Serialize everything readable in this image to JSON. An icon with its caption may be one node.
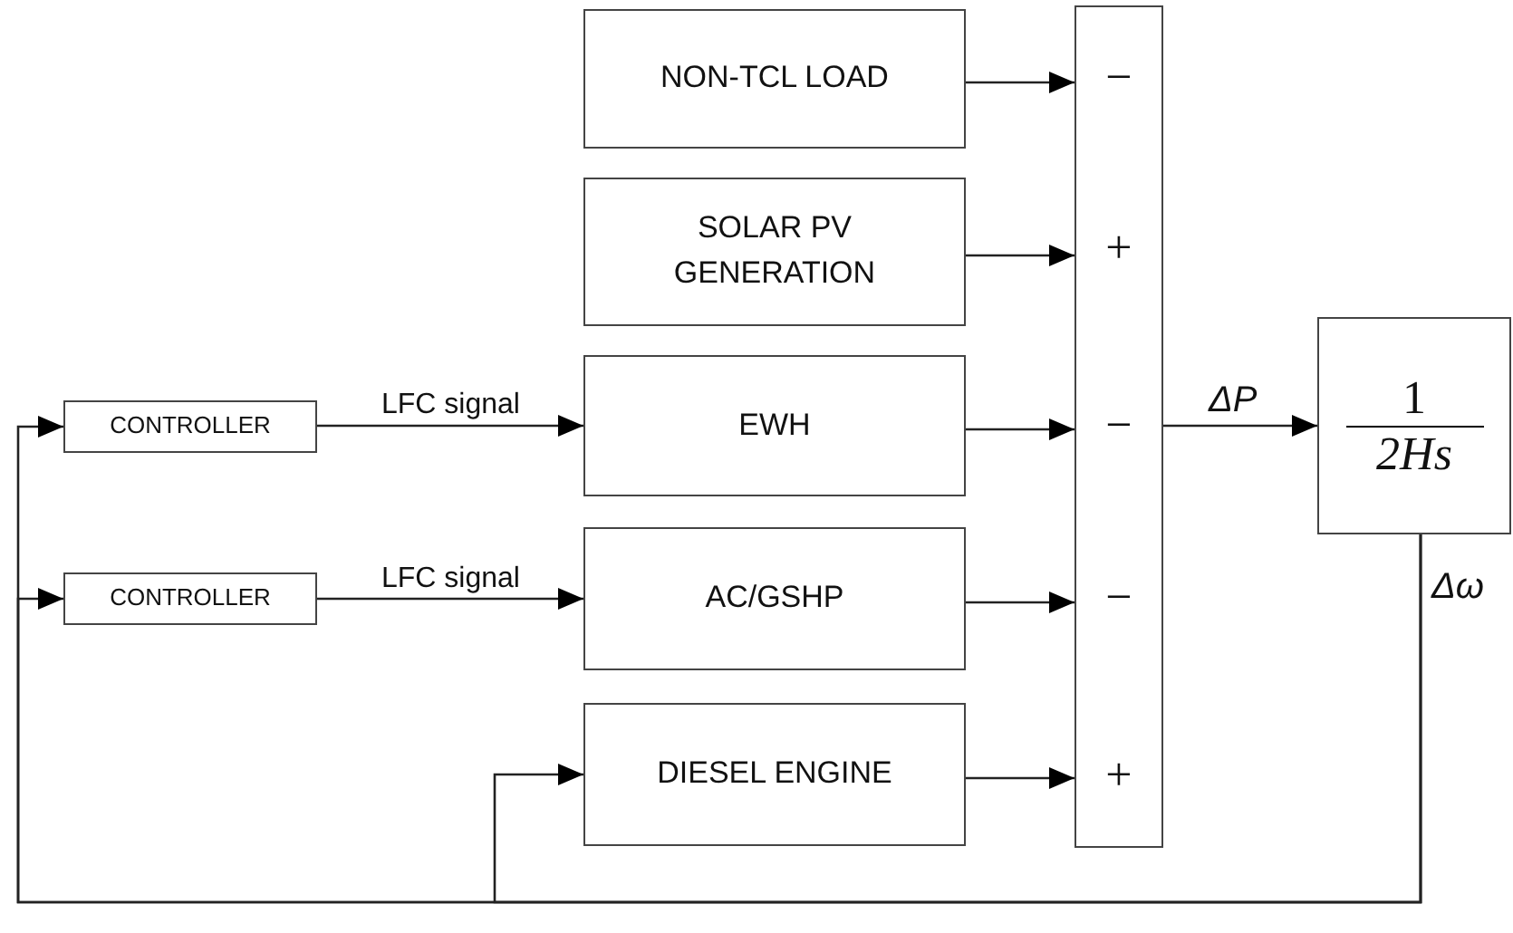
{
  "diagram": {
    "nodes": [
      {
        "text": [
          "NON-TCL LOAD"
        ]
      },
      {
        "text": [
          "SOLAR PV GENERATION"
        ]
      },
      {
        "text": [
          "EWH"
        ]
      },
      {
        "text": [
          "AC/GSHP"
        ]
      },
      {
        "text": [
          "DIESEL ENGINE"
        ]
      },
      {
        "text": [
          "−",
          "+",
          "−",
          "−",
          "+"
        ]
      },
      {
        "text": [
          "1",
          "2Hs"
        ]
      },
      {
        "text": [
          "CONTROLLER"
        ]
      },
      {
        "text": [
          "CONTROLLER"
        ]
      }
    ],
    "edges": [
      {
        "from": 0,
        "to": 5,
        "arrow": "to"
      },
      {
        "from": 1,
        "to": 5,
        "arrow": "to"
      },
      {
        "from": 2,
        "to": 5,
        "arrow": "to"
      },
      {
        "from": 3,
        "to": 5,
        "arrow": "to"
      },
      {
        "from": 4,
        "to": 5,
        "arrow": "to"
      },
      {
        "from": 5,
        "to": 6,
        "arrow": "to",
        "label": "ΔP"
      },
      {
        "from": 7,
        "to": 2,
        "arrow": "to",
        "label": "LFC signal"
      },
      {
        "from": 8,
        "to": 3,
        "arrow": "to",
        "label": "LFC signal"
      },
      {
        "from": 6,
        "to": 7,
        "arrow": "to"
      },
      {
        "from": 6,
        "to": 8,
        "arrow": "to"
      },
      {
        "from": 6,
        "to": 4,
        "arrow": "to"
      }
    ],
    "labels": [
      "Δω"
    ]
  }
}
